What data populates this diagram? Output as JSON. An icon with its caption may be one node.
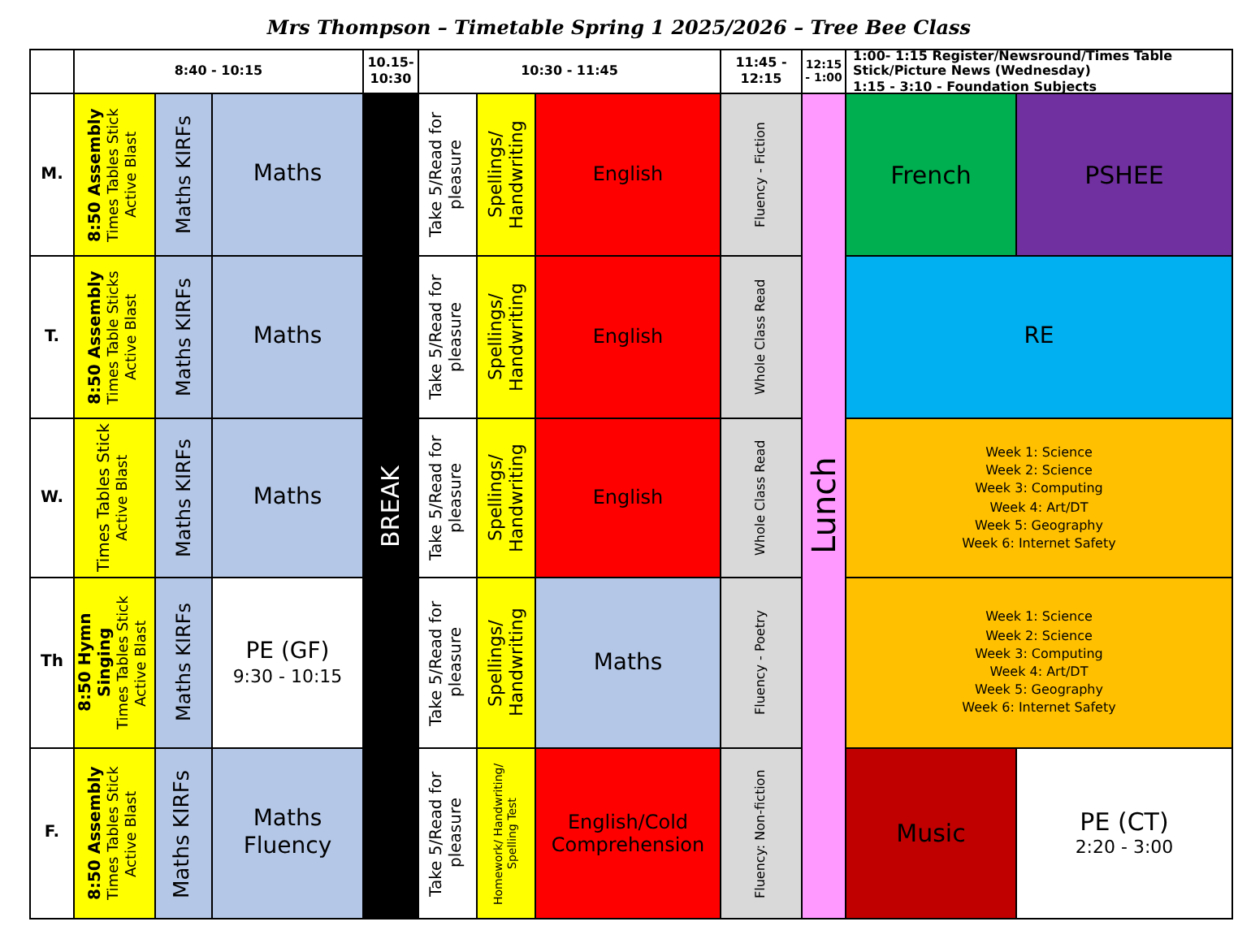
{
  "diagram": {
    "title": "Mrs Thompson – Timetable Spring 1 2025/2026 – Tree Bee Class",
    "labels": [
      "8:40 - 10:15",
      "10.15-10:30",
      "10:30 - 11:45",
      "11:45 - 12:15",
      "12:15 - 1:00",
      "1:00- 1:15 Register/Newsround/Times Table Stick/Picture News (Wednesday)",
      "1:15 - 3:10 - Foundation Subjects",
      "M.",
      "8:50 Assembly",
      "Times Tables Stick",
      "Active Blast",
      "Maths KIRFs",
      "Maths",
      "BREAK",
      "Take 5/Read for pleasure",
      "Spellings/ Handwriting",
      "English",
      "Fluency - Fiction",
      "Lunch",
      "French",
      "PSHEE",
      "T.",
      "8:50 Assembly",
      "Times Table Sticks",
      "Active Blast",
      "Maths KIRFs",
      "Maths",
      "Take 5/Read for pleasure",
      "Spellings/ Handwriting",
      "English",
      "Whole Class Read",
      "RE",
      "W.",
      "Times Tables Stick",
      "Active Blast",
      "Maths KIRFs",
      "Maths",
      "Take 5/Read for pleasure",
      "Spellings/ Handwriting",
      "English",
      "Whole Class Read",
      "Week 1: Science",
      "Week 2: Science",
      "Week 3: Computing",
      "Week 4: Art/DT",
      "Week 5: Geography",
      "Week 6: Internet Safety",
      "Th",
      "8:50 Hymn Singing",
      "Times Tables Stick",
      "Active Blast",
      "Maths KIRFs",
      "PE (GF)",
      "9:30 - 10:15",
      "Take 5/Read for pleasure",
      "Spellings/ Handwriting",
      "Maths",
      "Fluency - Poetry",
      "Week 1: Science",
      "Week 2: Science",
      "Week 3: Computing",
      "Week 4: Art/DT",
      "Week 5: Geography",
      "Week 6: Internet Safety",
      "F.",
      "8:50 Assembly",
      "Times Tables Stick",
      "Active Blast",
      "Maths KIRFs",
      "Maths Fluency",
      "Take 5/Read for pleasure",
      "Homework/ Handwriting/ Spelling Test",
      "English/Cold Comprehension",
      "Fluency: Non-fiction",
      "Music",
      "PE (CT)",
      "2:20 - 3:00"
    ]
  }
}
